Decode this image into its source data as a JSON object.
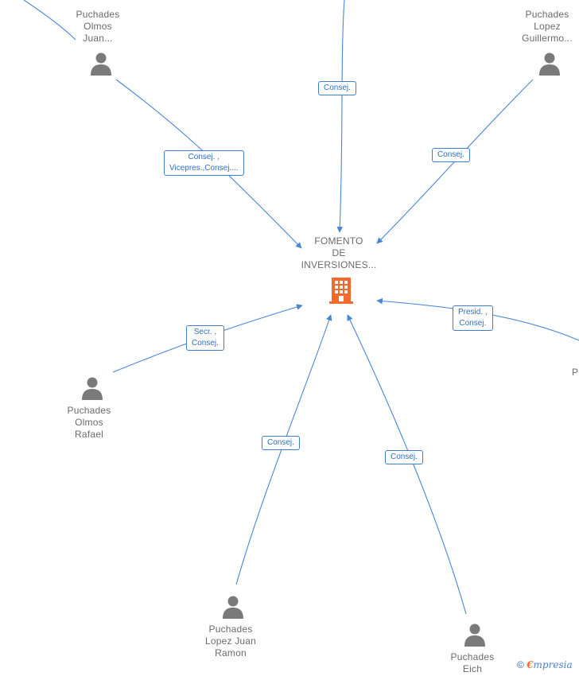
{
  "center": {
    "lines": [
      "FOMENTO",
      "DE",
      "INVERSIONES..."
    ]
  },
  "people": [
    {
      "id": "olmos-juan",
      "lines": [
        "Puchades",
        "Olmos",
        "Juan..."
      ]
    },
    {
      "id": "lopez-guillermo",
      "lines": [
        "Puchades",
        "Lopez",
        "Guillermo..."
      ]
    },
    {
      "id": "olmos-rafael",
      "lines": [
        "Puchades",
        "Olmos",
        "Rafael"
      ]
    },
    {
      "id": "lopez-juan-ramon",
      "lines": [
        "Puchades",
        "Lopez Juan",
        "Ramon"
      ]
    },
    {
      "id": "eich",
      "lines": [
        "Puchades",
        "Eich"
      ]
    },
    {
      "id": "right-cut",
      "lines": [
        "P"
      ]
    }
  ],
  "relations": [
    {
      "id": "top",
      "lines": [
        "Consej."
      ]
    },
    {
      "id": "olmos-juan",
      "lines": [
        "Consej. ,",
        "Vicepres.,Consej...."
      ]
    },
    {
      "id": "lopez-guillermo",
      "lines": [
        "Consej."
      ]
    },
    {
      "id": "olmos-rafael",
      "lines": [
        "Secr. ,",
        "Consej."
      ]
    },
    {
      "id": "right-cut",
      "lines": [
        "Presid. ,",
        "Consej."
      ]
    },
    {
      "id": "lopez-juan-ramon",
      "lines": [
        "Consej."
      ]
    },
    {
      "id": "eich",
      "lines": [
        "Consej."
      ]
    }
  ],
  "footer": {
    "symbol": "©",
    "brand_initial": "€",
    "brand_rest": "mpresia"
  },
  "colors": {
    "edge": "#4a86d6",
    "company": "#f26a2e",
    "person": "#7a7a7a",
    "label_text": "#6a6a6a"
  }
}
